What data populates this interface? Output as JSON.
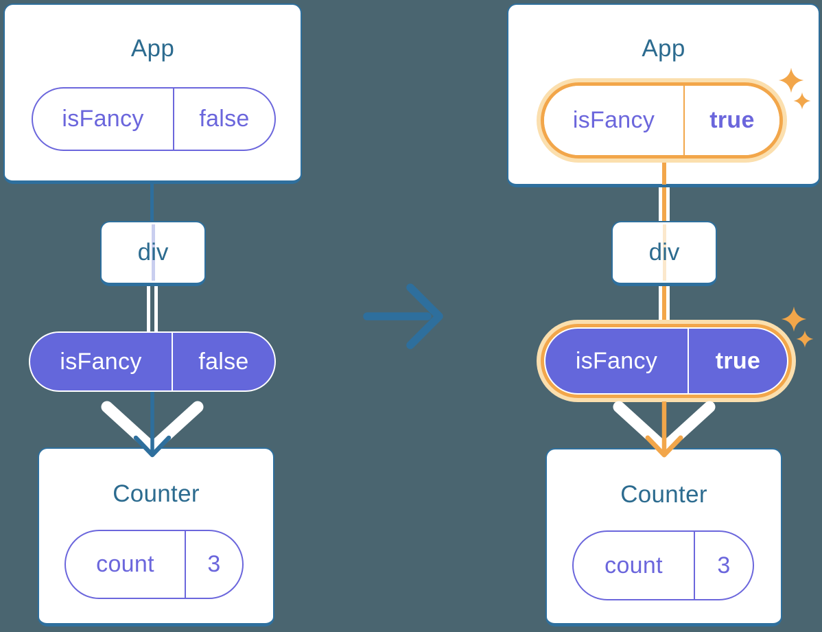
{
  "left_panel": {
    "app": {
      "title": "App",
      "prop_name": "isFancy",
      "prop_value": "false"
    },
    "div_label": "div",
    "prop_pill": {
      "name": "isFancy",
      "value": "false"
    },
    "counter": {
      "title": "Counter",
      "state_name": "count",
      "state_value": "3"
    }
  },
  "right_panel": {
    "app": {
      "title": "App",
      "prop_name": "isFancy",
      "prop_value": "true"
    },
    "div_label": "div",
    "prop_pill": {
      "name": "isFancy",
      "value": "true"
    },
    "counter": {
      "title": "Counter",
      "state_name": "count",
      "state_value": "3"
    }
  },
  "icons": {
    "transition_arrow": "right-arrow",
    "flow_arrow": "down-arrow",
    "highlight": "sparkles"
  },
  "colors": {
    "background": "#4a6570",
    "card_border_blue": "#2e6f9d",
    "heading_text": "#2c6b8f",
    "purple_fill": "#6467db",
    "purple_outline": "#6b66dc",
    "lavender_pass_line": "#c9ceef",
    "orange_highlight": "#f2a64a",
    "orange_pale_ring": "#fbdfae",
    "peach_pass_line": "#fbe8cc",
    "white": "#ffffff"
  }
}
